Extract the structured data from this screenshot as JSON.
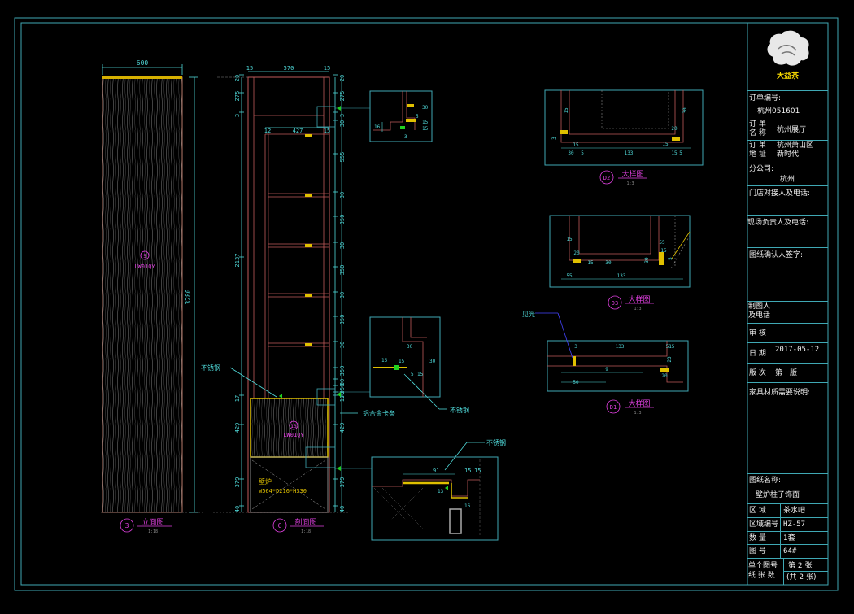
{
  "elevation": {
    "top_width": "600",
    "height": "3280",
    "material_tag_top": "5",
    "material_code": "LW01QY",
    "view_number": "3",
    "view_title": "立面图",
    "view_scale": "1:18"
  },
  "section": {
    "top_dims": [
      "15",
      "570",
      "15"
    ],
    "inner_dims": [
      "12",
      "427",
      "15"
    ],
    "left_dims": [
      "20",
      "275",
      "3",
      "2137",
      "17",
      "429",
      "379",
      "40"
    ],
    "right_dims": [
      "20",
      "275",
      "3",
      "30",
      "555",
      "30",
      "350",
      "30",
      "350",
      "30",
      "350",
      "30",
      "350",
      "30",
      "350",
      "30",
      "17",
      "429",
      "379",
      "40"
    ],
    "material_tag": "13",
    "material_code": "LW01QY",
    "stove_label": "壁炉",
    "stove_size": "W564*D216*H330",
    "callout_stainless_1": "不锈钢",
    "callout_aluminum": "铝合金卡条",
    "callout_stainless_2": "不锈钢",
    "callout_stainless_3": "不锈钢",
    "view_number": "C",
    "view_title": "剖面图",
    "view_scale": "1:18"
  },
  "details": {
    "d_top": [
      "16",
      "30",
      "15",
      "15",
      "3",
      "5"
    ],
    "d_mid": [
      "30",
      "15",
      "5",
      "15",
      "15",
      "30"
    ],
    "d_bot": [
      "91",
      "15",
      "15",
      "13",
      "16"
    ],
    "d2": {
      "dims": [
        "15",
        "3",
        "15",
        "30",
        "5",
        "133",
        "20",
        "15",
        "15",
        "5",
        "30"
      ],
      "number": "D2",
      "title": "大样图",
      "scale": "1:3"
    },
    "d3": {
      "dims": [
        "15",
        "20",
        "15",
        "55",
        "30",
        "30",
        "5",
        "15",
        "55",
        "133"
      ],
      "number": "D3",
      "title": "大样图",
      "scale": "1:3"
    },
    "d1": {
      "dims": [
        "3",
        "133",
        "515",
        "20",
        "9",
        "20",
        "50"
      ],
      "callout": "见光",
      "number": "D1",
      "title": "大样图",
      "scale": "1:3"
    }
  },
  "title_block": {
    "brand": "大益茶",
    "order_no_label": "订单编号:",
    "order_no": "杭州051601",
    "order_name_label": "订 单\n名 称",
    "order_name": "杭州展厅",
    "order_addr_label": "订 单\n地 址",
    "order_addr": "杭州萧山区\n新时代",
    "branch_label": "分公司:",
    "branch": "杭州",
    "store_contact_label": "门店对接人及电话:",
    "site_manager_label": "现场负责人及电话:",
    "confirm_label": "图纸确认人签字:",
    "drafter_label": "制图人\n及电话",
    "review_label": "审  核",
    "date_label": "日  期",
    "date": "2017-05-12",
    "version_label": "版  次",
    "version": "第一版",
    "materials_label": "家具材质需要说明:",
    "drawing_name_label": "图纸名称:",
    "drawing_name": "壁炉柱子饰面",
    "area_label": "区  域",
    "area": "茶水吧",
    "area_no_label": "区域编号",
    "area_no": "HZ-57",
    "qty_label": "数  量",
    "qty": "1套",
    "drawing_no_label": "图  号",
    "drawing_no": "64#",
    "sheet_label": "单个图号\n纸 张 数",
    "sheet": "第 2 张",
    "sheet_total": "(共 2 张)"
  }
}
